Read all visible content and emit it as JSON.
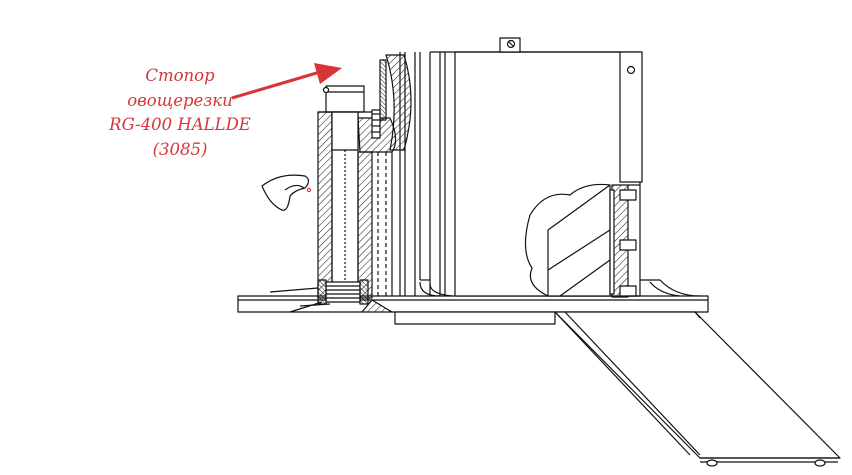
{
  "callout": {
    "line1": "Стопор",
    "line2": "овощерезки",
    "line3": "RG-400 HALLDE",
    "line4": "(3085)",
    "color": "#d8353a"
  },
  "drawing": {
    "line_color": "#111111",
    "hatch_color": "#222222"
  }
}
